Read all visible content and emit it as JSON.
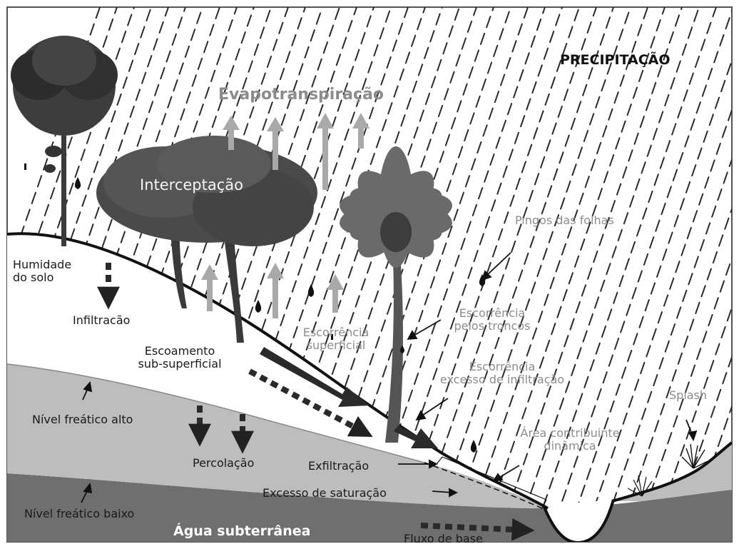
{
  "title": "PRECIPITAÇÃO",
  "labels": {
    "evapotranspiracao": "Evapotranspiração",
    "interceptacao": "Interceptação",
    "pingos": "Pingos das folhas",
    "humidade_l1": "Humidade",
    "humidade_l2": "do solo",
    "infiltracao": "Infiltracão",
    "escoamento_l1": "Escoamento",
    "escoamento_l2": "sub-superficial",
    "escorrencia_sup_l1": "Escorrência",
    "escorrencia_sup_l2": "superficial",
    "escorrencia_troncos_l1": "Escorrência",
    "escorrencia_troncos_l2": "pelos troncos",
    "escorrencia_infil_l1": "Escorrência",
    "escorrencia_infil_l2": "excesso de infiltração",
    "nivel_alto": "Nível freático alto",
    "nivel_baixo": "Nível freático baixo",
    "percolacao": "Percolação",
    "exfiltracao": "Exfiltração",
    "excesso_saturacao": "Excesso de saturação",
    "agua_subterranea": "Água subterrânea",
    "fluxo_base": "Fluxo de base",
    "area_l1": "Área contribuinte",
    "area_l2": "dinâmica",
    "splash": "Splash"
  },
  "colors": {
    "background": "#ffffff",
    "soil": "#ffffff",
    "shallow_groundwater": "#bdbdbd",
    "deep_groundwater": "#6f6f6f",
    "dark_arrow": "#2a2a2a",
    "grey_arrow": "#a9a9a9",
    "grey_text": "#8c8c8c",
    "frame": "#555555"
  },
  "icons": [
    "araucaria-tree-icon",
    "pine-tree-icon",
    "palm-tree-icon",
    "raindrop-icon",
    "splash-icon",
    "shrub-icon"
  ]
}
